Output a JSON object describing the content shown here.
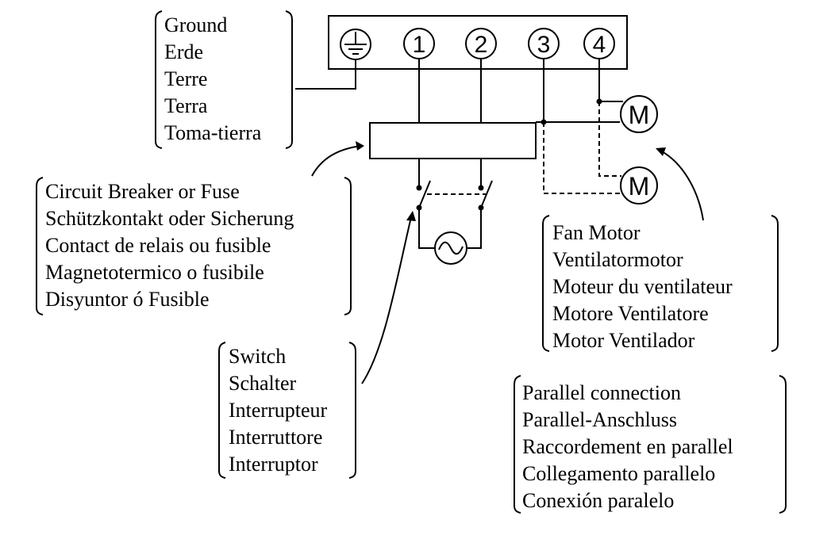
{
  "terminal_block": {
    "terminals": [
      "1",
      "2",
      "3",
      "4"
    ]
  },
  "motors": {
    "upper": "M",
    "lower": "M"
  },
  "labels": {
    "ground": [
      "Ground",
      "Erde",
      "Terre",
      "Terra",
      "Toma-tierra"
    ],
    "breaker": [
      "Circuit Breaker or Fuse",
      "Schützkontakt oder Sicherung",
      "Contact de relais ou fusible",
      "Magnetotermico o fusibile",
      "Disyuntor ó Fusible"
    ],
    "switch": [
      "Switch",
      "Schalter",
      "Interrupteur",
      "Interruttore",
      "Interruptor"
    ],
    "fan_motor": [
      "Fan Motor",
      "Ventilatormotor",
      "Moteur du ventilateur",
      "Motore Ventilatore",
      "Motor Ventilador"
    ],
    "parallel": [
      "Parallel connection",
      "Parallel-Anschluss",
      "Raccordement en parallel",
      "Collegamento parallelo",
      "Conexión paralelo"
    ]
  },
  "icons": {
    "ground": "ground-symbol-icon",
    "ac_source": "ac-source-icon"
  }
}
